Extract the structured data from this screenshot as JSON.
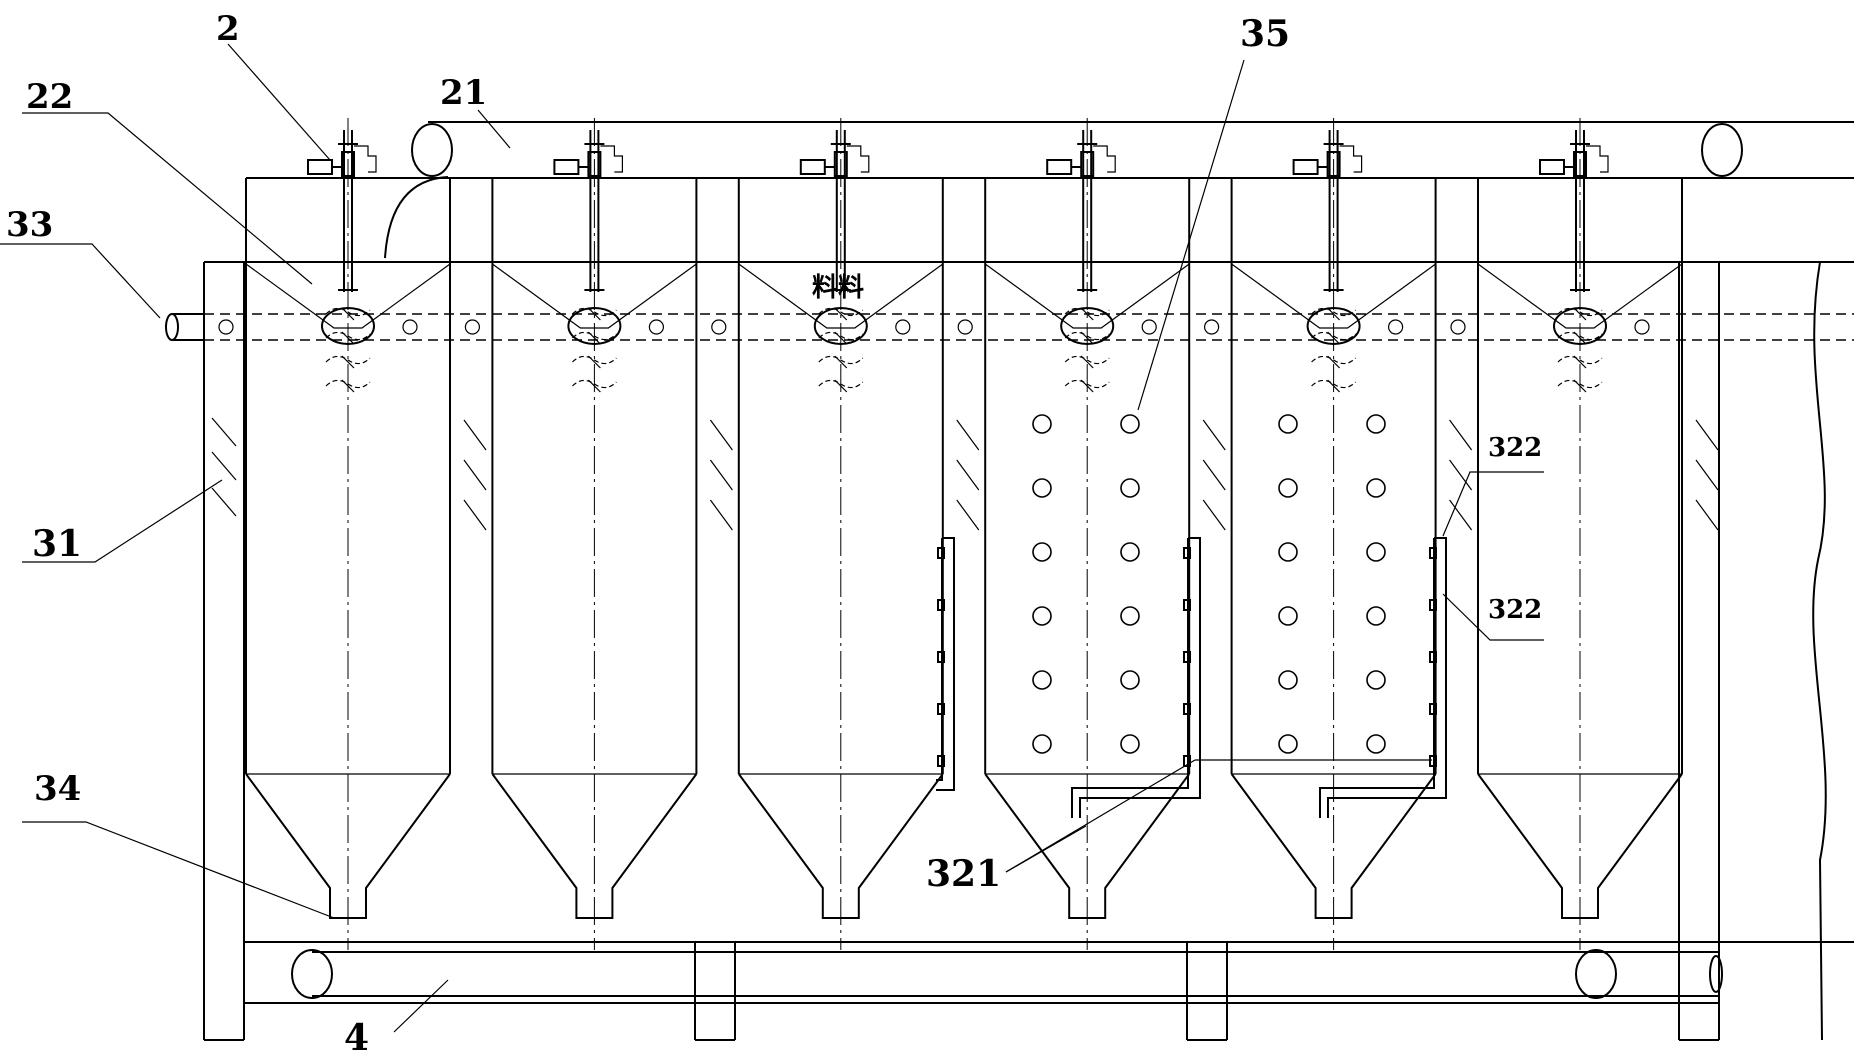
{
  "diagram": {
    "labels": {
      "motor": "2",
      "feed_belt": "21",
      "hopper_cone": "22",
      "frame": "31",
      "water_pipe": "33",
      "discharge": "34",
      "holes": "35",
      "nozzle_main": "321",
      "nozzle_upper": "322",
      "nozzle_lower": "322",
      "bottom_belt": "4",
      "tank_mark": "料料"
    },
    "tank_count": 6
  }
}
